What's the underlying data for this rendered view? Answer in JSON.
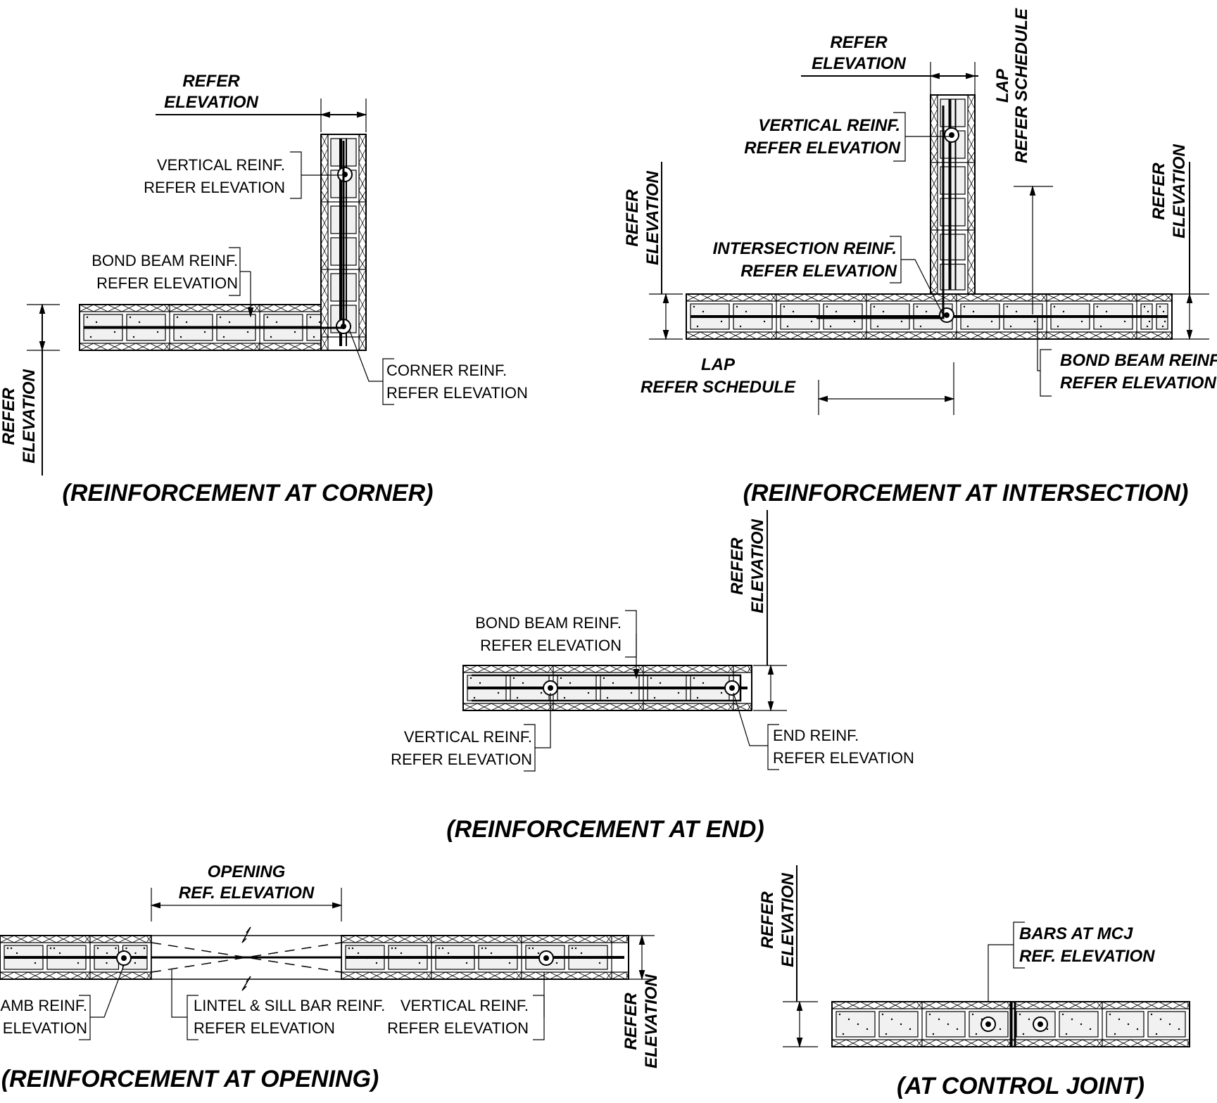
{
  "corner": {
    "title": "(REINFORCEMENT AT CORNER)",
    "top_dim": [
      "REFER",
      "ELEVATION"
    ],
    "left_dim": [
      "REFER",
      "ELEVATION"
    ],
    "vertical_note": [
      "VERTICAL REINF.",
      "REFER ELEVATION"
    ],
    "bondbeam_note": [
      "BOND BEAM REINF.",
      "REFER ELEVATION"
    ],
    "corner_note": [
      "CORNER REINF.",
      "REFER ELEVATION"
    ]
  },
  "intersection": {
    "title": "(REINFORCEMENT AT INTERSECTION)",
    "top_dim": [
      "REFER",
      "ELEVATION"
    ],
    "lap_vertical": [
      "LAP",
      "REFER SCHEDULE"
    ],
    "left_dim": [
      "REFER",
      "ELEVATION"
    ],
    "right_dim": [
      "REFER",
      "ELEVATION"
    ],
    "vertical_note": [
      "VERTICAL REINF.",
      "REFER ELEVATION"
    ],
    "intersection_note": [
      "INTERSECTION REINF.",
      "REFER ELEVATION"
    ],
    "lap_horizontal": [
      "LAP",
      "REFER SCHEDULE"
    ],
    "bondbeam_note": [
      "BOND BEAM REINF.",
      "REFER ELEVATION"
    ]
  },
  "end": {
    "title": "(REINFORCEMENT AT END)",
    "right_dim": [
      "REFER",
      "ELEVATION"
    ],
    "bondbeam_note": [
      "BOND BEAM REINF.",
      "REFER ELEVATION"
    ],
    "vertical_note": [
      "VERTICAL REINF.",
      "REFER ELEVATION"
    ],
    "end_note": [
      "END REINF.",
      "REFER ELEVATION"
    ]
  },
  "opening": {
    "title": "(REINFORCEMENT AT OPENING)",
    "top_dim": [
      "OPENING",
      "REF. ELEVATION"
    ],
    "jamb_note": [
      "JAMB REINF.",
      "REFER ELEVATION"
    ],
    "lintel_note": [
      "LINTEL & SILL BAR REINF.",
      "REFER ELEVATION"
    ],
    "vertical_note": [
      "VERTICAL REINF.",
      "REFER ELEVATION"
    ],
    "right_dim": [
      "REFER",
      "ELEVATION"
    ]
  },
  "control_joint": {
    "title": "(AT CONTROL JOINT)",
    "left_dim": [
      "REFER",
      "ELEVATION"
    ],
    "bars_note": [
      "BARS AT MCJ",
      "REF. ELEVATION"
    ]
  }
}
